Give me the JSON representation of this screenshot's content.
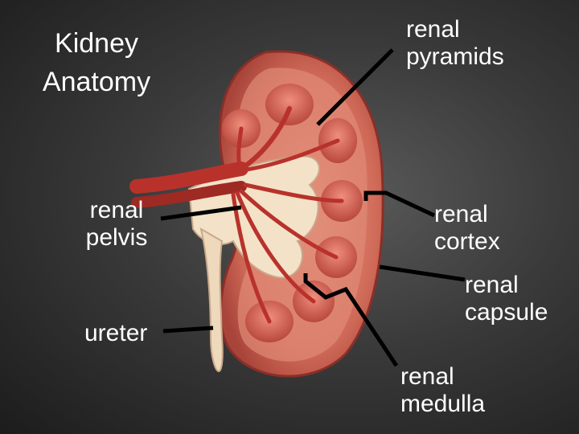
{
  "title": "Kidney\nAnatomy",
  "labels": {
    "renal_pyramids": "renal\npyramids",
    "renal_pelvis": "renal\npelvis",
    "ureter": "ureter",
    "renal_cortex": "renal\ncortex",
    "renal_capsule": "renal\ncapsule",
    "renal_medulla": "renal\nmedulla"
  },
  "colors": {
    "background": "#2e2e2e",
    "kidney_outer": "#c4564a",
    "kidney_cortex": "#d77a68",
    "pyramid": "#cf6556",
    "pelvis": "#f0dcc0",
    "vessel": "#b8322b",
    "leader_line": "#000000"
  }
}
